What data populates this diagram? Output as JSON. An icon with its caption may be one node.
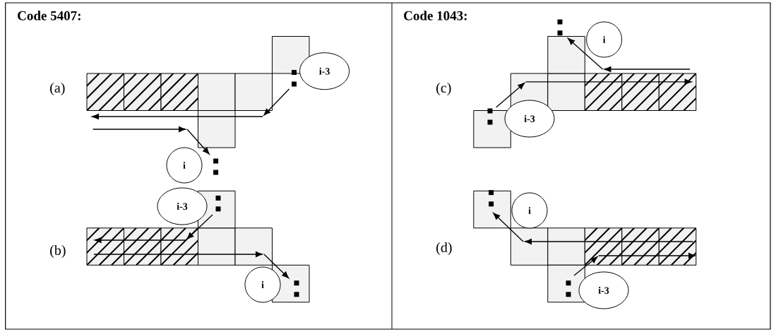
{
  "diagram": {
    "nodes": [
      {
        "text": [
          "i-3"
        ]
      },
      {
        "text": [
          "i"
        ]
      },
      {
        "text": [
          "i-3"
        ]
      },
      {
        "text": [
          "i"
        ]
      },
      {
        "text": [
          "i"
        ]
      },
      {
        "text": [
          "i-3"
        ]
      },
      {
        "text": [
          "i"
        ]
      },
      {
        "text": [
          "i-3"
        ]
      }
    ],
    "labels": [
      "Code 5407:",
      "Code 1043:",
      "(a)",
      "(c)",
      "(b)",
      "(d)"
    ]
  }
}
